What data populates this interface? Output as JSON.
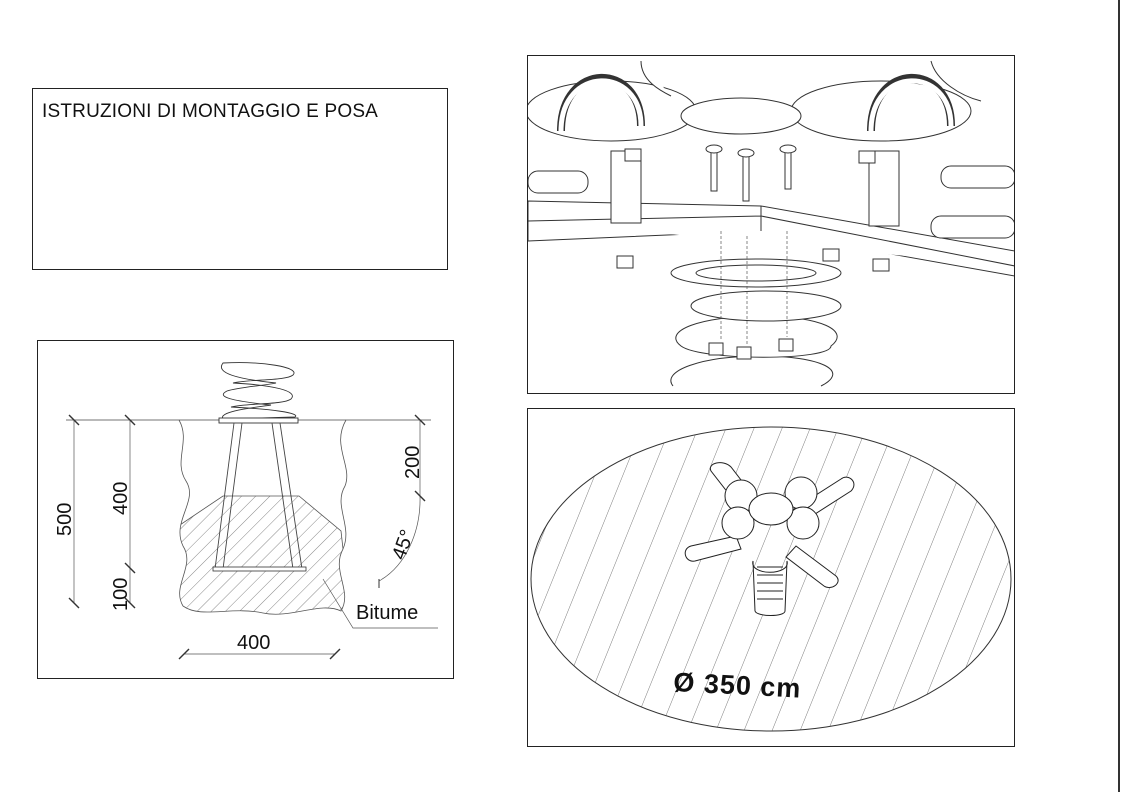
{
  "title_box": {
    "text": "ISTRUZIONI DI MONTAGGIO E POSA"
  },
  "foundation_section": {
    "dim_total_depth": "500",
    "dim_concrete_depth": "400",
    "dim_base_layer": "100",
    "dim_top_layer": "200",
    "angle": "45°",
    "material_label": "Bitume",
    "dim_width": "400"
  },
  "safety_area": {
    "diameter_label": "Ø 350 cm"
  }
}
